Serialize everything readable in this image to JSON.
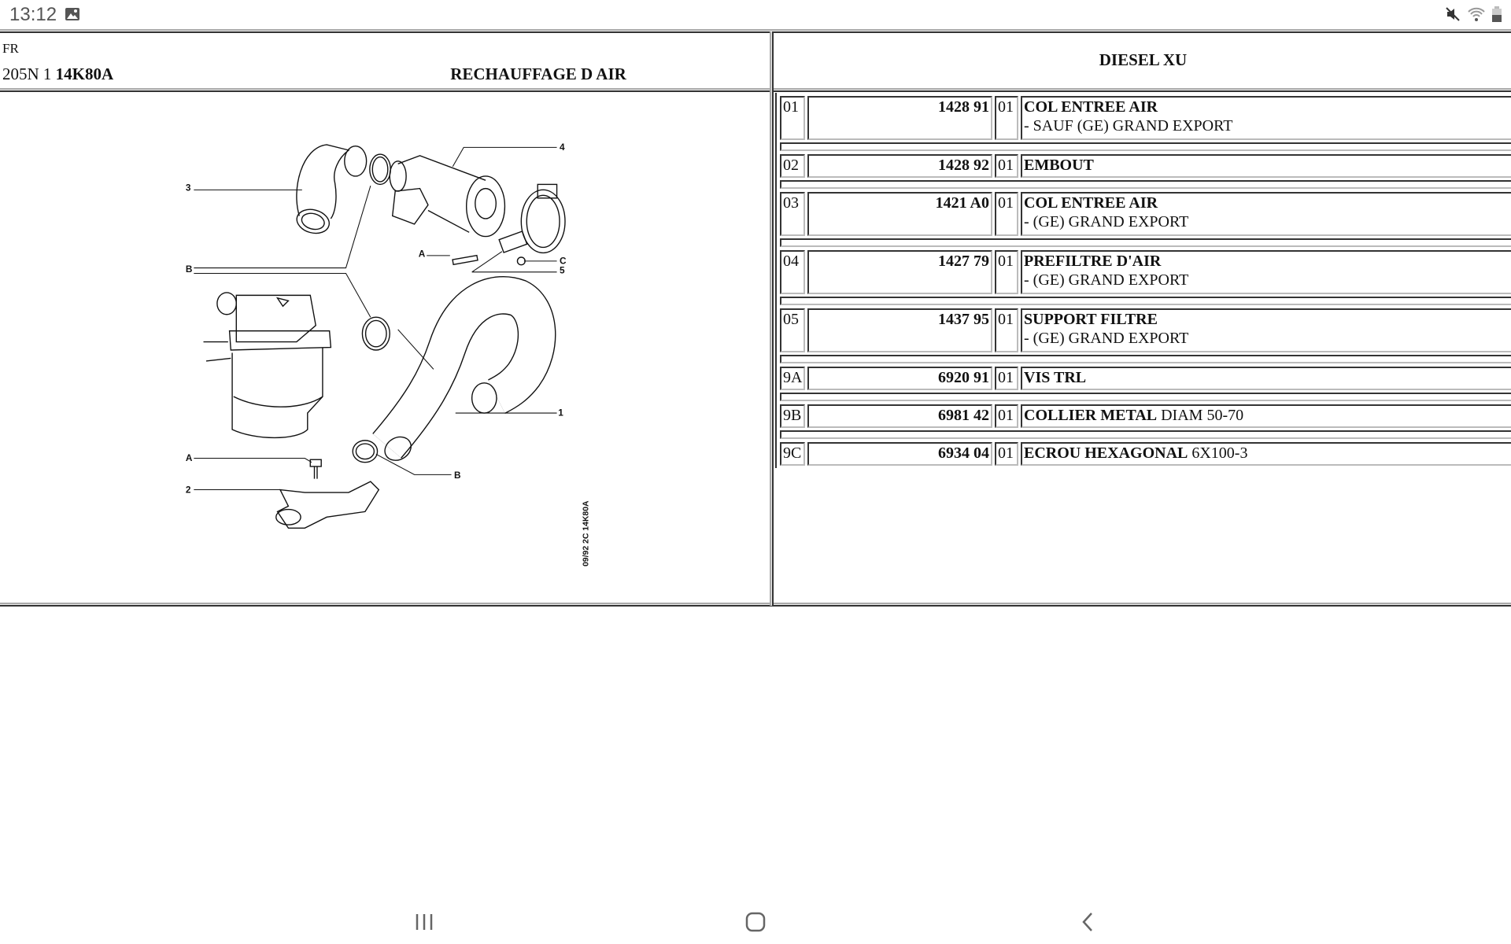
{
  "status_bar": {
    "time": "13:12",
    "icons": [
      "image-icon",
      "mute-icon",
      "wifi-icon",
      "battery-icon"
    ]
  },
  "header": {
    "lang": "FR",
    "model": "205N 1",
    "code": "14K80A",
    "title": "RECHAUFFAGE D AIR",
    "engine": "DIESEL XU"
  },
  "diagram": {
    "labels": {
      "l1": "1",
      "l2": "2",
      "l3": "3",
      "l4": "4",
      "l5": "5",
      "a1": "A",
      "a2": "A",
      "b1": "B",
      "b2": "B",
      "c": "C"
    },
    "stamp": "09/92  2C  14K80A"
  },
  "parts": [
    {
      "index": "01",
      "ref": "1428 91",
      "qty": "01",
      "name": "COL ENTREE AIR",
      "extra": "",
      "note": "- SAUF (GE) GRAND EXPORT"
    },
    {
      "index": "02",
      "ref": "1428 92",
      "qty": "01",
      "name": "EMBOUT",
      "extra": "",
      "note": ""
    },
    {
      "index": "03",
      "ref": "1421 A0",
      "qty": "01",
      "name": "COL ENTREE AIR",
      "extra": "",
      "note": "- (GE) GRAND EXPORT"
    },
    {
      "index": "04",
      "ref": "1427 79",
      "qty": "01",
      "name": "PREFILTRE D'AIR",
      "extra": "",
      "note": "- (GE) GRAND EXPORT"
    },
    {
      "index": "05",
      "ref": "1437 95",
      "qty": "01",
      "name": "SUPPORT FILTRE",
      "extra": "",
      "note": "- (GE) GRAND EXPORT"
    },
    {
      "index": "9A",
      "ref": "6920 91",
      "qty": "01",
      "name": "VIS TRL",
      "extra": "",
      "note": ""
    },
    {
      "index": "9B",
      "ref": "6981 42",
      "qty": "01",
      "name": "COLLIER METAL",
      "extra": "DIAM 50-70",
      "note": ""
    },
    {
      "index": "9C",
      "ref": "6934 04",
      "qty": "01",
      "name": "ECROU HEXAGONAL",
      "extra": "6X100-3",
      "note": ""
    }
  ],
  "nav_bar": {
    "buttons": [
      "recent-apps",
      "home",
      "back"
    ]
  }
}
